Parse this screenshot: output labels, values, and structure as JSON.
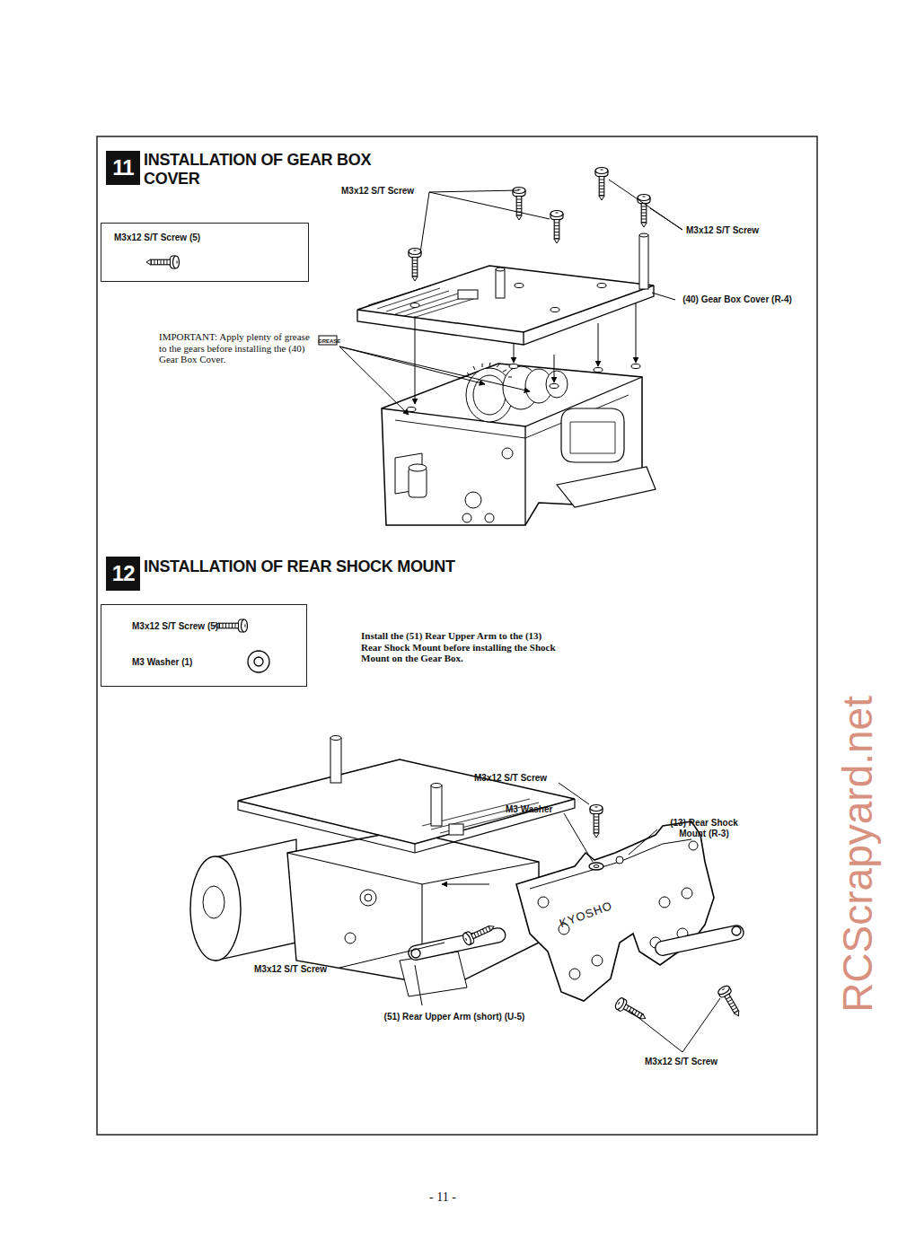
{
  "diagram": {
    "nodes": [
      {
        "text": [
          "11"
        ]
      },
      {
        "text": [
          "M3x12 S/T Screw (5)"
        ]
      },
      {
        "text": [
          "12"
        ]
      },
      {
        "text": [
          "M3x12 S/T Screw (5)",
          "M3 Washer (1)"
        ]
      }
    ],
    "labels": [
      "INSTALLATION OF GEAR BOX COVER",
      "M3x12 S/T Screw",
      "M3x12 S/T Screw",
      "(40) Gear Box Cover (R-4)",
      "IMPORTANT: Apply plenty of grease to the gears before installing the (40) Gear Box Cover.",
      "GREASE",
      "INSTALLATION OF REAR SHOCK MOUNT",
      "Install the (51) Rear Upper Arm to the (13) Rear Shock Mount before installing the Shock Mount on the Gear Box.",
      "M3x12 S/T Screw",
      "M3 Washer",
      "(13) Rear Shock Mount (R-3)",
      "KYOSHO",
      "M3x12 S/T Screw",
      "(51) Rear Upper Arm (short) (U-5)",
      "M3x12 S/T Screw",
      "- 11 -",
      "RCScrapyard.net"
    ]
  }
}
